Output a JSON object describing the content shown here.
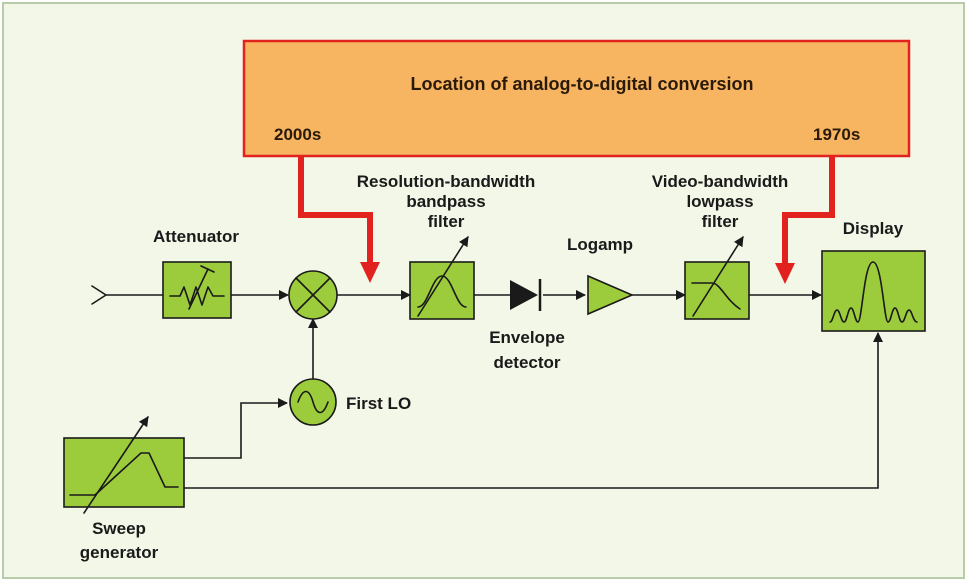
{
  "colors": {
    "panel_background": "#f3f7e8",
    "panel_border": "#b9ccaa",
    "banner_fill": "#f8b561",
    "banner_border": "#e2221f",
    "block_fill": "#9ccc3c",
    "conversion_arrow": "#e2221f",
    "wire": "#1a1a1a"
  },
  "banner": {
    "title": "Location of analog-to-digital conversion",
    "left_era": "2000s",
    "right_era": "1970s"
  },
  "blocks": {
    "attenuator": {
      "label": "Attenuator",
      "icon": "resistor-arrow-icon"
    },
    "mixer": {
      "icon": "mixer-x-icon"
    },
    "first_lo": {
      "label": "First LO",
      "icon": "sine-wave-icon"
    },
    "rbw_filter": {
      "label_lines": [
        "Resolution-bandwidth",
        "bandpass",
        "filter"
      ],
      "icon": "bandpass-curve-icon"
    },
    "envelope_detector": {
      "label_lines": [
        "Envelope",
        "detector"
      ],
      "icon": "diode-icon"
    },
    "logamp": {
      "label": "Logamp",
      "icon": "amplifier-triangle-icon"
    },
    "vbw_filter": {
      "label_lines": [
        "Video-bandwidth",
        "lowpass",
        "filter"
      ],
      "icon": "lowpass-curve-icon"
    },
    "display": {
      "label": "Display",
      "icon": "spectrum-trace-icon"
    },
    "sweep_generator": {
      "label_lines": [
        "Sweep",
        "generator"
      ],
      "icon": "sawtooth-ramp-icon"
    }
  }
}
